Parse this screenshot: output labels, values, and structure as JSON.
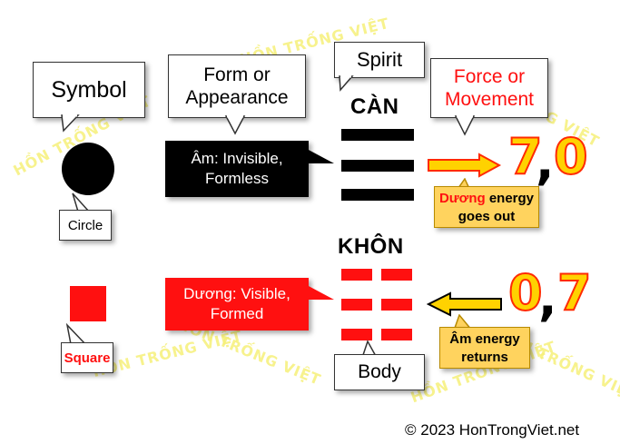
{
  "watermark": "HỒN TRỐNG VIỆT",
  "symbol_label": "Symbol",
  "form_label": "Form or\nAppearance",
  "spirit_label": "Spirit",
  "force_label": "Force or\nMovement",
  "circle_label": "Circle",
  "square_label": "Square",
  "body_label": "Body",
  "can": {
    "name": "CÀN",
    "form_desc": "Âm: Invisible,\nFormless",
    "number_left": "7",
    "comma": ",",
    "number_right": "0",
    "energy_word": "Dương",
    "energy_rest": " energy\ngoes out"
  },
  "khon": {
    "name": "KHÔN",
    "form_desc": "Dương: Visible,\nFormed",
    "number_left": "0",
    "comma": ",",
    "number_right": "7",
    "energy_text": "Âm energy\nreturns"
  },
  "copyright": "© 2023 HonTrongViet.net",
  "colors": {
    "yang_red": "#ff1010",
    "yin_black": "#000000",
    "accent_yellow": "#ffd200",
    "note_bg": "#ffd35e"
  }
}
